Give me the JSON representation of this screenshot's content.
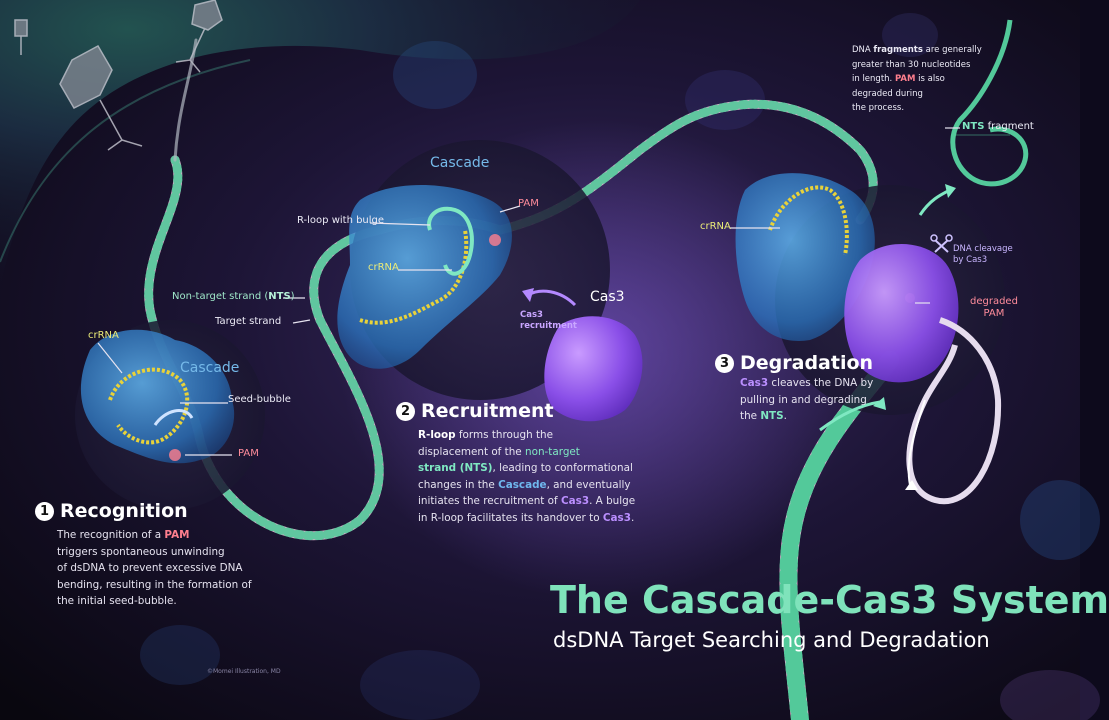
{
  "main_title": "The Cascade-Cas3 System",
  "main_subtitle": "dsDNA Target Searching and Degradation",
  "step1": {
    "number": "1",
    "title": "Recognition",
    "text": {
      "p1": "The recognition of a ",
      "pam": "PAM",
      "p2": "triggers spontaneous unwinding",
      "p3": "of dsDNA to prevent excessive DNA",
      "p4": "bending, resulting in the formation of",
      "p5": "the initial seed-bubble."
    },
    "labels": {
      "crrna": "crRNA",
      "cascade": "Cascade",
      "seed_bubble": "Seed-bubble",
      "pam": "PAM"
    }
  },
  "step2": {
    "number": "2",
    "title": "Recruitment",
    "text": {
      "r_loop": "R-loop",
      "p1": " forms through the",
      "p2a": "displacement of the ",
      "non_target": "non-target",
      "strand_nts": "strand (NTS)",
      "p3": ", leading to conformational",
      "p4a": "changes in the ",
      "cascade": "Cascade",
      "p4b": ", and eventually",
      "p5a": "initiates the recruitment of ",
      "cas3": "Cas3",
      "p5b": ". A bulge",
      "p6a": "in R-loop facilitates its handover to ",
      "cas3b": "Cas3",
      "p6b": "."
    },
    "labels": {
      "cascade": "Cascade",
      "r_loop_bulge": "R-loop with bulge",
      "pam": "PAM",
      "crrna": "crRNA",
      "nts_a": "Non-target strand (",
      "nts_b": "NTS",
      "nts_c": ")",
      "target_strand": "Target strand",
      "cas3": "Cas3",
      "cas3_recruitment_1": "Cas3",
      "cas3_recruitment_2": "recruitment"
    }
  },
  "step3": {
    "number": "3",
    "title": "Degradation",
    "text": {
      "cas3": "Cas3",
      "p1": " cleaves the DNA by",
      "p2": "pulling in and degrading",
      "p3a": "the ",
      "nts": "NTS",
      "p3b": "."
    },
    "labels": {
      "crrna": "crRNA",
      "dna_cleavage_1": "DNA cleavage",
      "dna_cleavage_2": "by Cas3",
      "degraded_1": "degraded",
      "degraded_2": "PAM",
      "nts_fragment_a": "NTS",
      "nts_fragment_b": " fragment"
    },
    "note": {
      "l1a": "DNA ",
      "fragments": "fragments",
      "l1b": " are generally",
      "l2": "greater than 30 nucleotides",
      "l3a": "in length. ",
      "pam": "PAM",
      "l3b": " is also",
      "l4": "degraded during",
      "l5": "the process."
    }
  },
  "signature": "©Momei Illustration, MD",
  "colors": {
    "background": "#0d0a1c",
    "cascade_blue": "#3b8fd6",
    "cas3_purple": "#9a5cf0",
    "nts_green": "#53c99a",
    "target_pink": "#d9b6cf",
    "crrna_yellow": "#e8d23a",
    "pam_red": "#ff7f8e",
    "title_green": "#7fe3bb"
  }
}
